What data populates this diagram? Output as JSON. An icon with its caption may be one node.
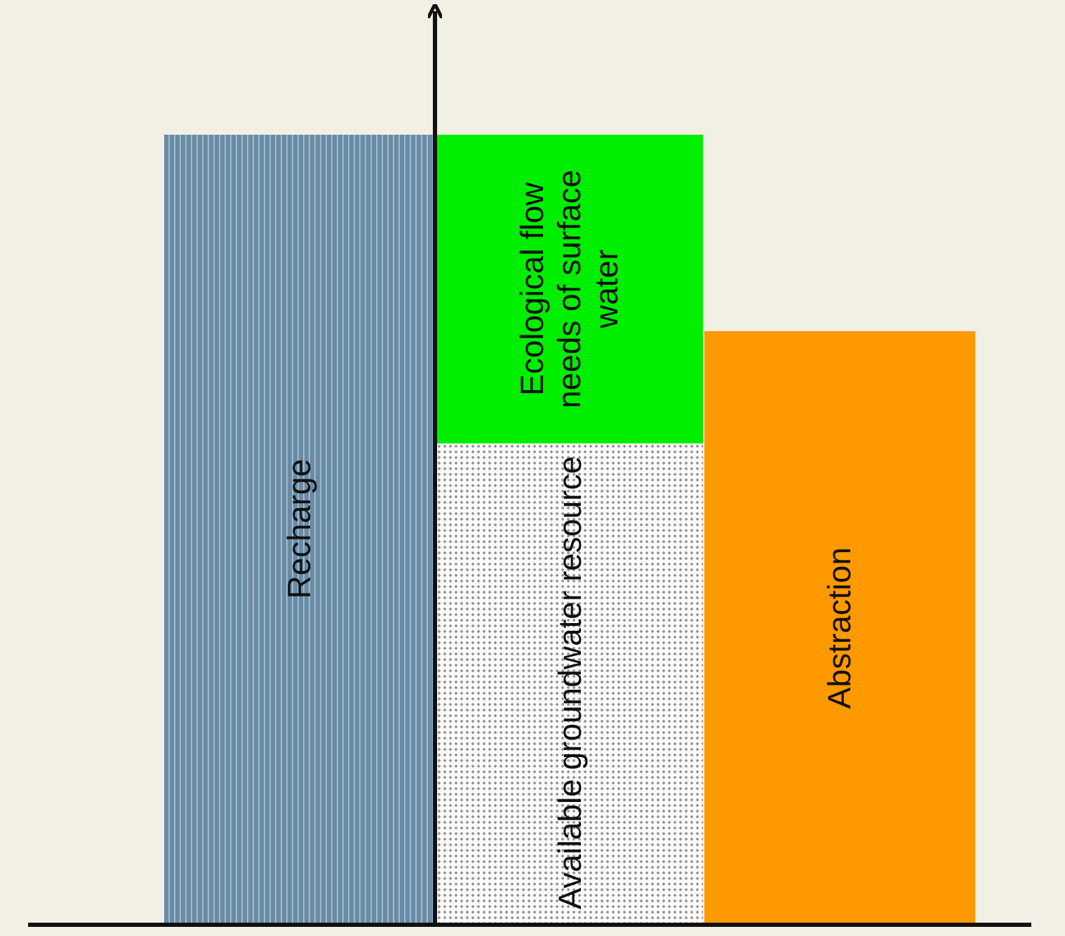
{
  "diagram": {
    "nodes": [
      {
        "text": [
          "Recharge"
        ]
      },
      {
        "text": [
          "Ecological flow needs of surface water"
        ]
      },
      {
        "text": [
          "Available groundwater resource"
        ]
      },
      {
        "text": [
          "Abstraction"
        ]
      }
    ]
  }
}
